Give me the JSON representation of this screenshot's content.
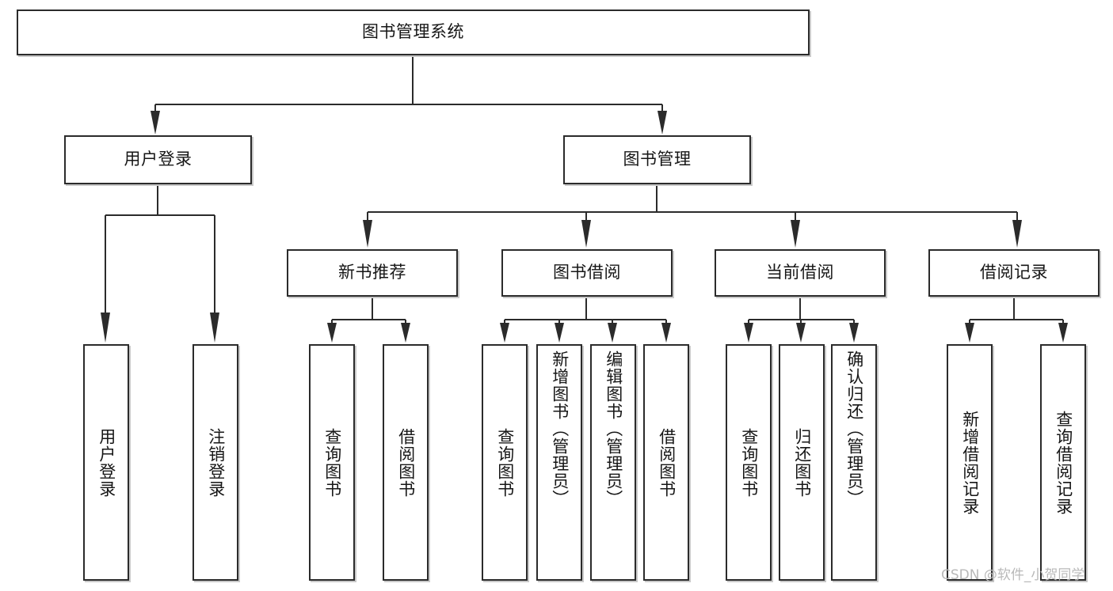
{
  "diagram": {
    "title": "图书管理系统",
    "type": "tree-hierarchy-diagram",
    "colors": {
      "box_border": "#2b2b2b",
      "box_fill": "#ffffff",
      "edge": "#2b2b2b",
      "text": "#161616",
      "watermark": "#b9b9b9"
    },
    "nodes": {
      "root": {
        "label": "图书管理系统"
      },
      "level2": [
        {
          "label": "用户登录"
        },
        {
          "label": "图书管理"
        }
      ],
      "level3": [
        {
          "label": "新书推荐"
        },
        {
          "label": "图书借阅"
        },
        {
          "label": "当前借阅"
        },
        {
          "label": "借阅记录"
        }
      ],
      "leaves": {
        "user_login": [
          {
            "label": "用户登录"
          },
          {
            "label": "注销登录"
          }
        ],
        "new_book_recommend": [
          {
            "label": "查询图书"
          },
          {
            "label": "借阅图书"
          }
        ],
        "book_borrow": [
          {
            "label": "查询图书"
          },
          {
            "label": "新增图书（管理员）"
          },
          {
            "label": "编辑图书（管理员）"
          },
          {
            "label": "借阅图书"
          }
        ],
        "current_borrow": [
          {
            "label": "查询图书"
          },
          {
            "label": "归还图书"
          },
          {
            "label": "确认归还（管理员）"
          }
        ],
        "borrow_record": [
          {
            "label": "新增借阅记录"
          },
          {
            "label": "查询借阅记录"
          }
        ]
      }
    },
    "watermark": "CSDN @软件_小贺同学"
  }
}
